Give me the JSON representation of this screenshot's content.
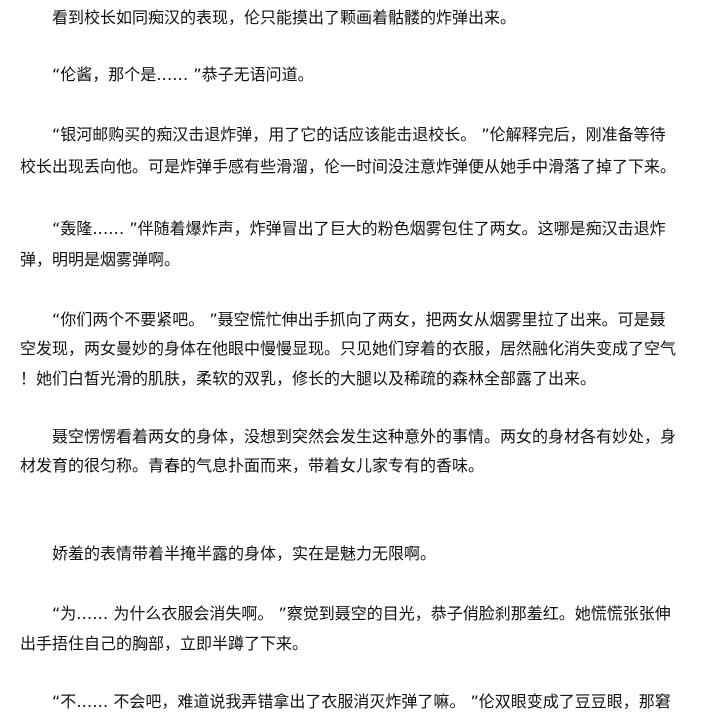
{
  "paragraphs": [
    {
      "lines": [
        "看到校长如同痴汉的表现，伦只能摸出了颗画着骷髅的炸弹出来。"
      ]
    },
    {
      "lines": [
        "“伦酱，那个是…… ”恭子无语问道。"
      ]
    },
    {
      "lines": [
        "“银河邮购买的痴汉击退炸弹，用了它的话应该能击退校长。 ”伦解释完后，刚准备等待",
        "校长出现丢向他。可是炸弹手感有些滑溜，伦一时间没注意炸弹便从她手中滑落了掉了下来。"
      ]
    },
    {
      "lines": [
        "“轰隆…… ”伴随着爆炸声，炸弹冒出了巨大的粉色烟雾包住了两女。这哪是痴汉击退炸",
        "弹，明明是烟雾弹啊。"
      ]
    },
    {
      "lines": [
        "“你们两个不要紧吧。 ”聂空慌忙伸出手抓向了两女，把两女从烟雾里拉了出来。可是聂",
        "空发现，两女曼妙的身体在他眼中慢慢显现。只见她们穿着的衣服，居然融化消失变成了空气",
        "！她们白皙光滑的肌肤，柔软的双乳，修长的大腿以及稀疏的森林全部露了出来。"
      ]
    },
    {
      "lines": [
        "聂空愣愣看着两女的身体，没想到突然会发生这种意外的事情。两女的身材各有妙处，身",
        "材发育的很匀称。青春的气息扑面而来，带着女儿家专有的香味。"
      ]
    },
    {
      "lines": [
        "娇羞的表情带着半掩半露的身体，实在是魅力无限啊。"
      ]
    },
    {
      "lines": [
        "“为…… 为什么衣服会消失啊。 ”察觉到聂空的目光，恭子俏脸刹那羞红。她慌慌张张伸",
        "出手捂住自己的胸部，立即半蹲了下来。"
      ]
    },
    {
      "lines": [
        "“不…… 不会吧，难道说我弄错拿出了衣服消灭炸弹了嘛。 ”伦双眼变成了豆豆眼，那窘"
      ]
    }
  ]
}
